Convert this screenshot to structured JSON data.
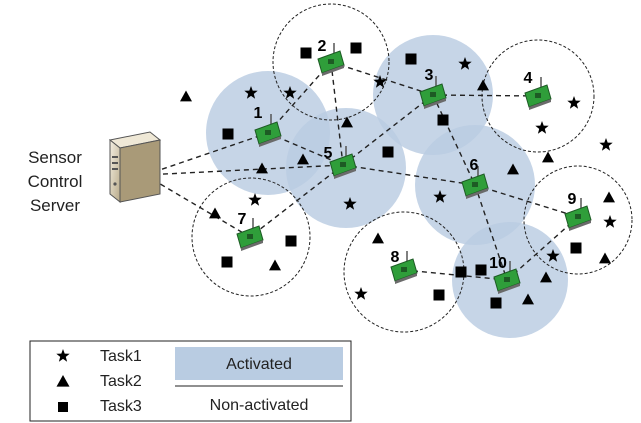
{
  "server": {
    "label_lines": [
      "Sensor",
      "Control",
      "Server"
    ],
    "icon": "server-icon"
  },
  "nodes": [
    {
      "id": "1"
    },
    {
      "id": "2"
    },
    {
      "id": "3"
    },
    {
      "id": "4"
    },
    {
      "id": "5"
    },
    {
      "id": "6"
    },
    {
      "id": "7"
    },
    {
      "id": "8"
    },
    {
      "id": "9"
    },
    {
      "id": "10"
    }
  ],
  "node_icon": "sensor-node-icon",
  "activated_nodes": [
    "1",
    "3",
    "5",
    "6",
    "10"
  ],
  "non_activated_nodes": [
    "2",
    "4",
    "7",
    "8",
    "9"
  ],
  "links": [
    [
      "server",
      "1"
    ],
    [
      "server",
      "5"
    ],
    [
      "server",
      "7"
    ],
    [
      "1",
      "2"
    ],
    [
      "1",
      "5"
    ],
    [
      "2",
      "3"
    ],
    [
      "2",
      "5"
    ],
    [
      "3",
      "4"
    ],
    [
      "3",
      "5"
    ],
    [
      "3",
      "6"
    ],
    [
      "5",
      "6"
    ],
    [
      "5",
      "7"
    ],
    [
      "6",
      "9"
    ],
    [
      "6",
      "10"
    ],
    [
      "8",
      "10"
    ],
    [
      "9",
      "10"
    ]
  ],
  "legend": {
    "task_items": [
      {
        "symbol": "star",
        "label": "Task1"
      },
      {
        "symbol": "triangle",
        "label": "Task2"
      },
      {
        "symbol": "square",
        "label": "Task3"
      }
    ],
    "state_items": [
      {
        "key": "activated",
        "label": "Activated"
      },
      {
        "key": "non_activated",
        "label": "Non-activated"
      }
    ]
  },
  "colors": {
    "activated_fill": "#b9cce2",
    "non_activated_stroke": "#222222",
    "link_stroke": "#222222",
    "sensor_green": "#2f9e3a",
    "task_marker": "#000000"
  }
}
